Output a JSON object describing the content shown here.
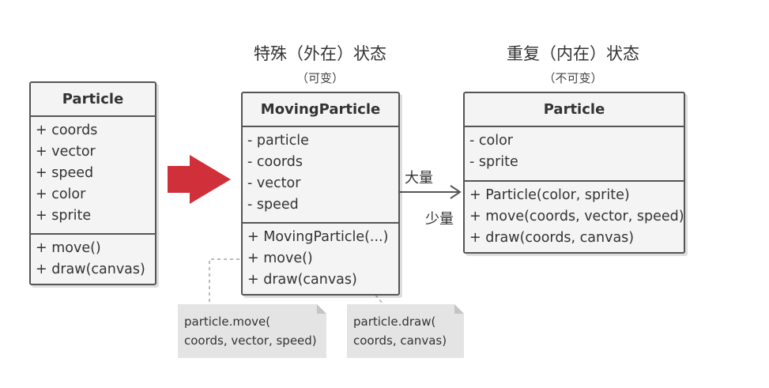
{
  "headings": {
    "extrinsic_title": "特殊（外在）状态",
    "extrinsic_sub": "（可变）",
    "intrinsic_title": "重复（内在）状态",
    "intrinsic_sub": "（不可变）"
  },
  "original_class": {
    "name": "Particle",
    "fields": [
      "+ coords",
      "+ vector",
      "+ speed",
      "+ color",
      "+ sprite"
    ],
    "methods": [
      "+ move()",
      "+ draw(canvas)"
    ]
  },
  "moving_class": {
    "name": "MovingParticle",
    "fields": [
      "- particle",
      "- coords",
      "- vector",
      "- speed"
    ],
    "methods": [
      "+ MovingParticle(...)",
      "+ move()",
      "+ draw(canvas)"
    ]
  },
  "flyweight_class": {
    "name": "Particle",
    "fields": [
      "- color",
      "- sprite"
    ],
    "methods": [
      "+ Particle(color, sprite)",
      "+ move(coords, vector, speed)",
      "+ draw(coords, canvas)"
    ]
  },
  "association": {
    "many_label": "大量",
    "few_label": "少量"
  },
  "notes": {
    "move_note": [
      "particle.move(",
      "coords, vector, speed)"
    ],
    "draw_note": [
      "particle.draw(",
      "coords, canvas)"
    ]
  },
  "colors": {
    "arrow": "#d0303a",
    "border": "#555555",
    "box_fill": "#f4f4f4",
    "note_fill": "#e4e4e4"
  }
}
